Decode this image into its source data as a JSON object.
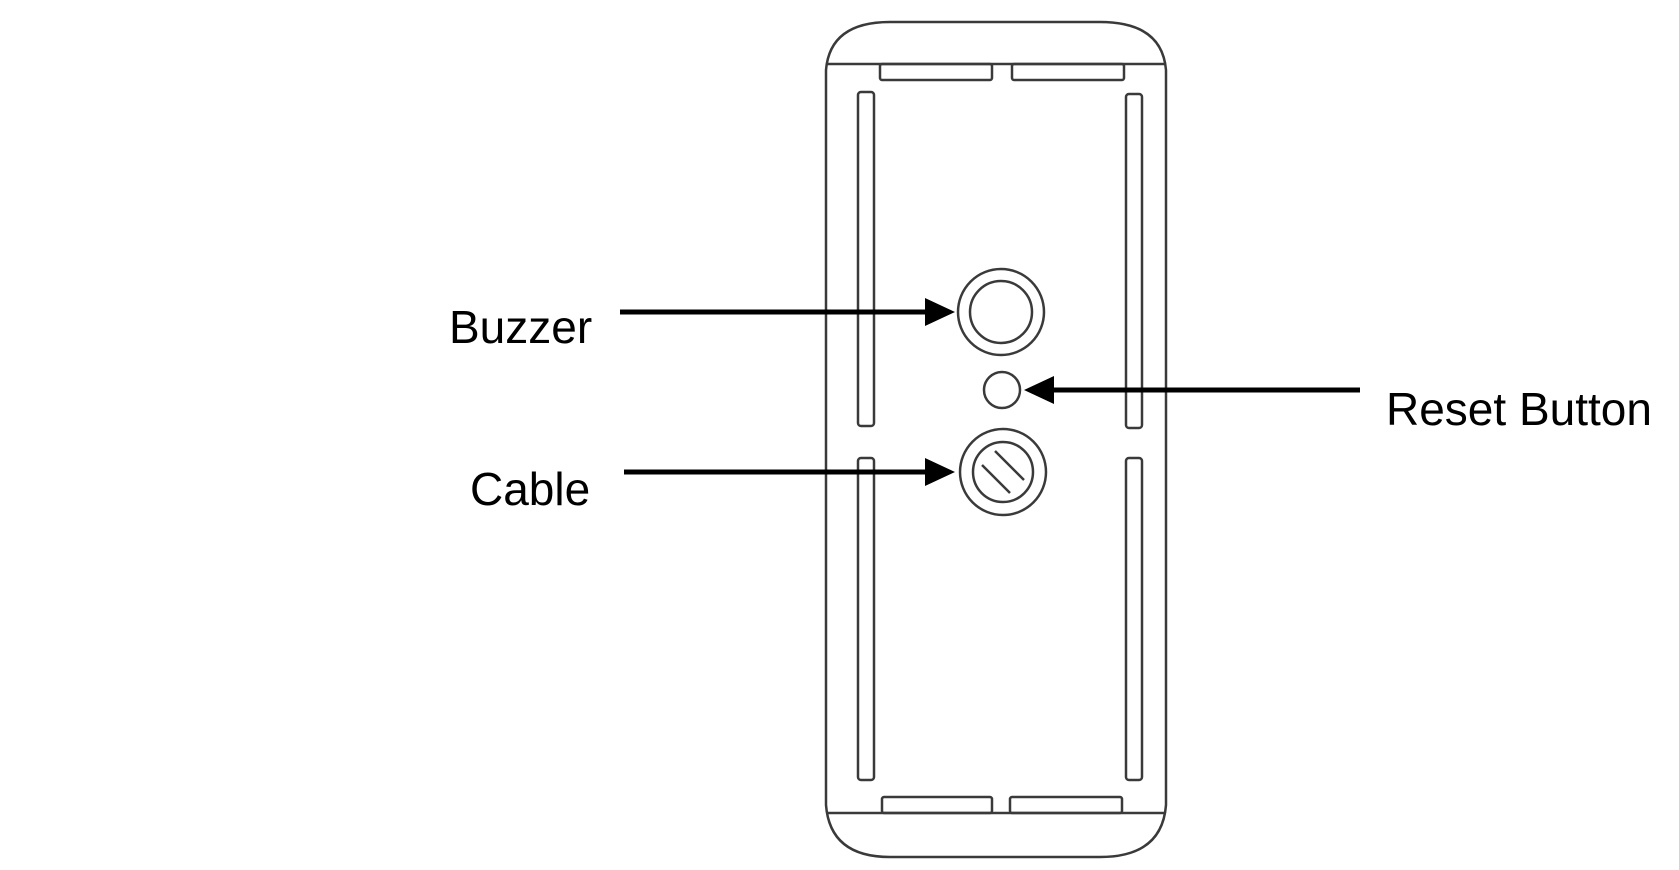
{
  "labels": {
    "buzzer": "Buzzer",
    "cable": "Cable",
    "reset_button": "Reset Button"
  },
  "colors": {
    "stroke": "#000000",
    "background": "#ffffff"
  }
}
